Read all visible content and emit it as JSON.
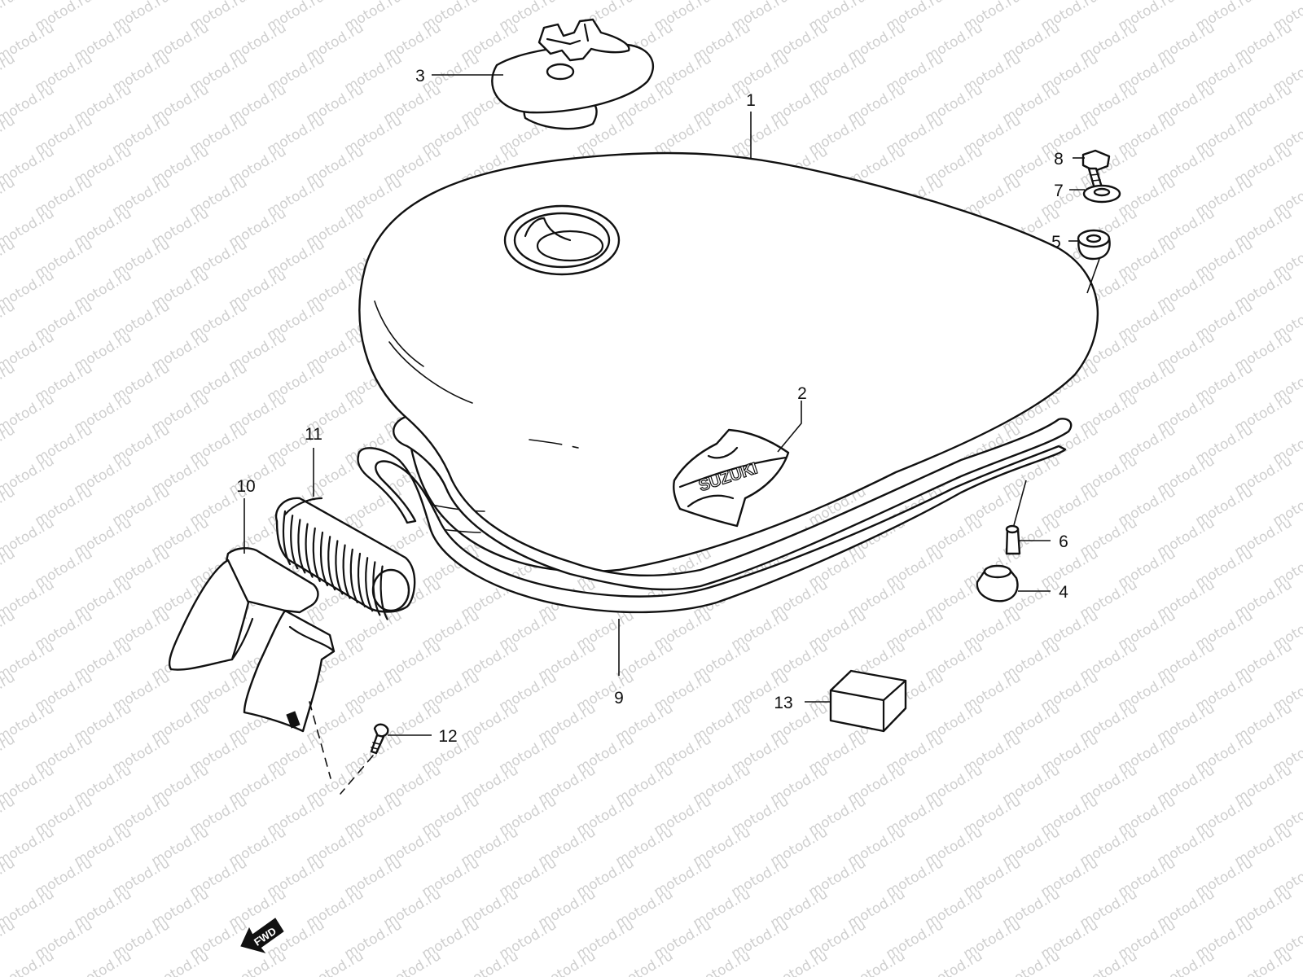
{
  "diagram": {
    "watermark_text": "motod.ru",
    "logo_text": "SUZUKI",
    "fwd_label": "FWD",
    "callouts": [
      {
        "id": "1",
        "part": "fuel-tank"
      },
      {
        "id": "2",
        "part": "tank-emblem"
      },
      {
        "id": "3",
        "part": "fuel-cap"
      },
      {
        "id": "4",
        "part": "cushion"
      },
      {
        "id": "5",
        "part": "cushion"
      },
      {
        "id": "6",
        "part": "spacer"
      },
      {
        "id": "7",
        "part": "washer"
      },
      {
        "id": "8",
        "part": "bolt"
      },
      {
        "id": "9",
        "part": "tank-trim"
      },
      {
        "id": "10",
        "part": "bracket"
      },
      {
        "id": "11",
        "part": "rubber-pad"
      },
      {
        "id": "12",
        "part": "screw"
      },
      {
        "id": "13",
        "part": "block"
      }
    ]
  }
}
